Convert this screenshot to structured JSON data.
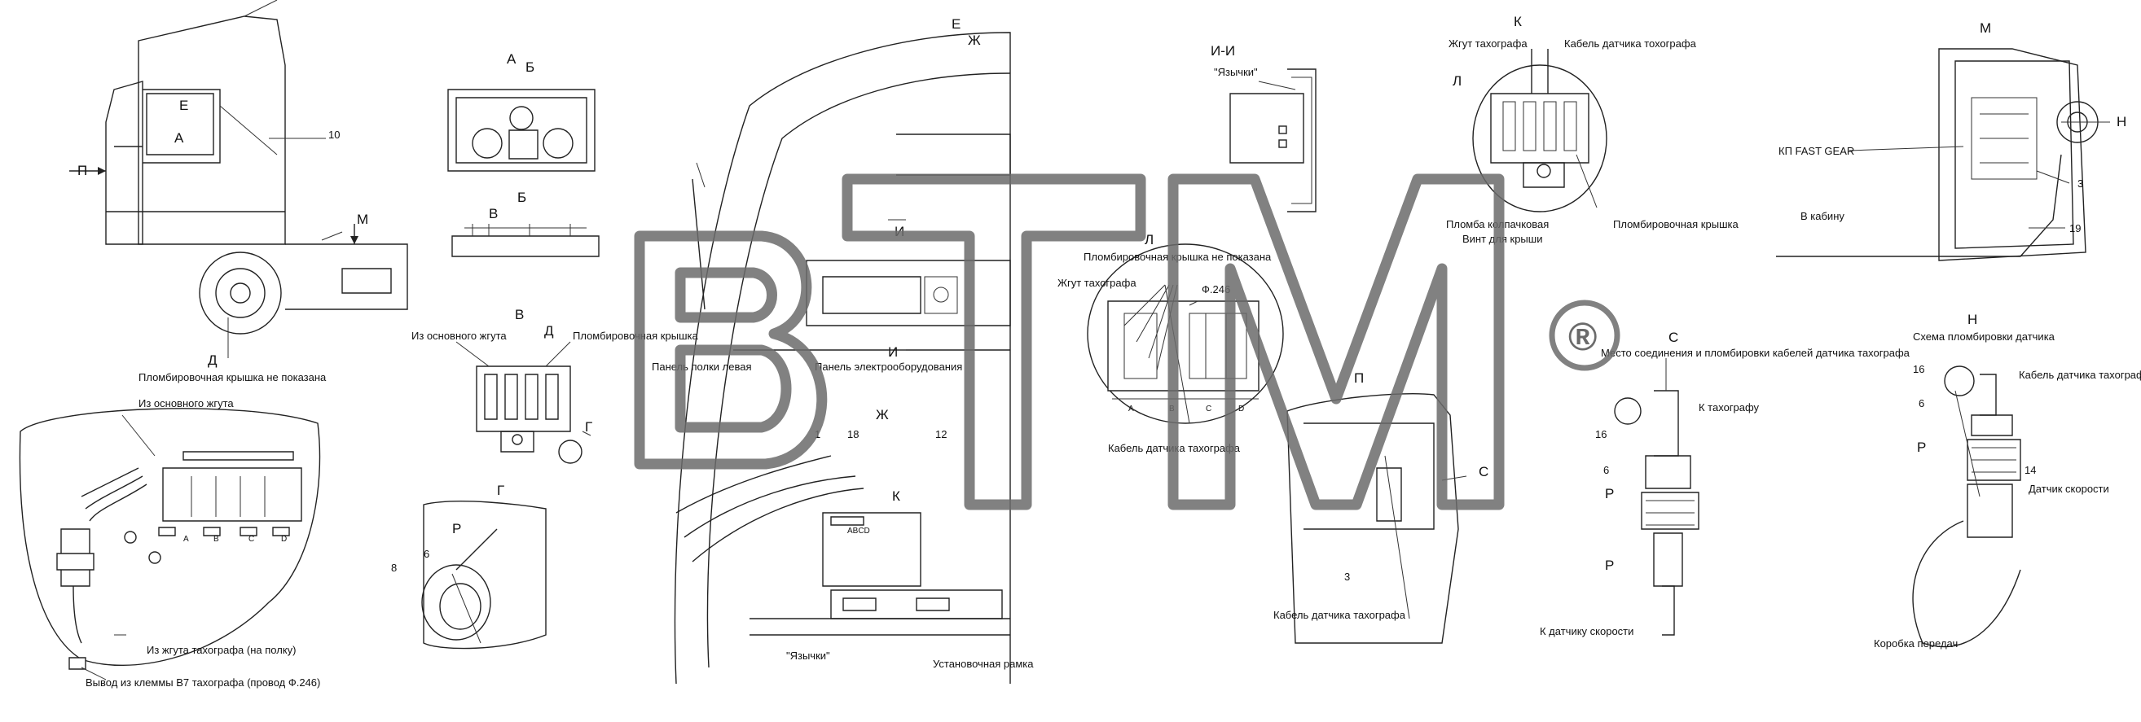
{
  "watermark": {
    "text": "ВТМ",
    "registered": "®",
    "color": "#6b6b6b"
  },
  "views": {
    "a": "А",
    "b": "Б",
    "v": "В",
    "g": "Г",
    "d": "Д",
    "e": "Е",
    "zh": "Ж",
    "ii": "И-И",
    "i": "И",
    "k": "К",
    "l": "Л",
    "m": "М",
    "n": "Н",
    "p": "П",
    "r": "Р",
    "s": "С"
  },
  "labels": {
    "seal_cover_not_shown": "Пломбировочная крышка не показана",
    "from_main_harness": "Из основного жгута",
    "seal_cover": "Пломбировочная крышка",
    "from_tacho_harness": "Из жгута тахографа (на полку)",
    "output_b7": "Вывод из клеммы В7 тахографа (провод Ф.246)",
    "shelf_panel_left": "Панель полки левая",
    "electrical_panel": "Панель электрооборудования",
    "tongues": "\"Язычки\"",
    "mounting_frame": "Установочная рамка",
    "tacho_harness": "Жгут тахографа",
    "tacho_sensor_cable_k": "Кабель датчика тохографа",
    "cap_seal": "Пломба колпачковая",
    "roof_screw": "Винт для крыши",
    "tacho_sensor_cable": "Кабель датчика тахографа",
    "wire_f246": "Ф.246",
    "gearbox_fast_gear": "КП FAST GEAR",
    "to_cabin": "В кабину",
    "sensor_seal_scheme": "Схема пломбировки датчика",
    "connection_place": "Место соединения и пломбировки кабелей датчика тахографа",
    "to_tachograph": "К тахографу",
    "to_speed_sensor": "К датчику скорости",
    "speed_sensor": "Датчик скорости",
    "gearbox": "Коробка передач",
    "tacho_sensor_cable_p": "Кабель датчика тахографа"
  },
  "numbers": {
    "n1": "1",
    "n3": "3",
    "n6": "6",
    "n8": "8",
    "n10": "10",
    "n12": "12",
    "n14": "14",
    "n16": "16",
    "n18": "18",
    "n19": "19"
  },
  "connector_pins": [
    "A",
    "B",
    "C",
    "D"
  ],
  "connector_pins_cyr": [
    "А",
    "В",
    "С",
    "D"
  ],
  "abcd": "ABCD"
}
